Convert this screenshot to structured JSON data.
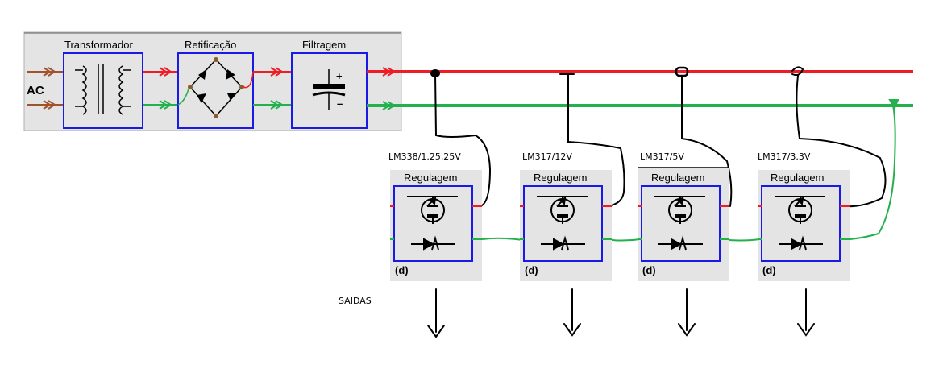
{
  "input_label": "AC",
  "stages": [
    {
      "id": "transformer",
      "title": "Transformador",
      "icon": "transformer-icon"
    },
    {
      "id": "rectifier",
      "title": "Retificação",
      "icon": "bridge-rectifier-icon"
    },
    {
      "id": "filter",
      "title": "Filtragem",
      "icon": "capacitor-icon",
      "plus": "+",
      "minus": "–"
    }
  ],
  "regulators": [
    {
      "name": "LM338/1.25,25V",
      "title": "Regulagem",
      "tag": "(d)",
      "icon": "transistor-icon"
    },
    {
      "name": "LM317/12V",
      "title": "Regulagem",
      "tag": "(d)",
      "icon": "transistor-icon"
    },
    {
      "name": "LM317/5V",
      "title": "Regulagem",
      "tag": "(d)",
      "icon": "transistor-icon"
    },
    {
      "name": "LM317/3.3V",
      "title": "Regulagem",
      "tag": "(d)",
      "icon": "transistor-icon"
    }
  ],
  "outputs_label": "SAIDAS",
  "colors": {
    "positive_rail": "#ee1c24",
    "negative_rail": "#22b14c",
    "input_wire": "#a0522d",
    "block_border": "#1a1ae6",
    "panel_bg": "#e4e4e4",
    "hand_drawn": "#000000"
  }
}
